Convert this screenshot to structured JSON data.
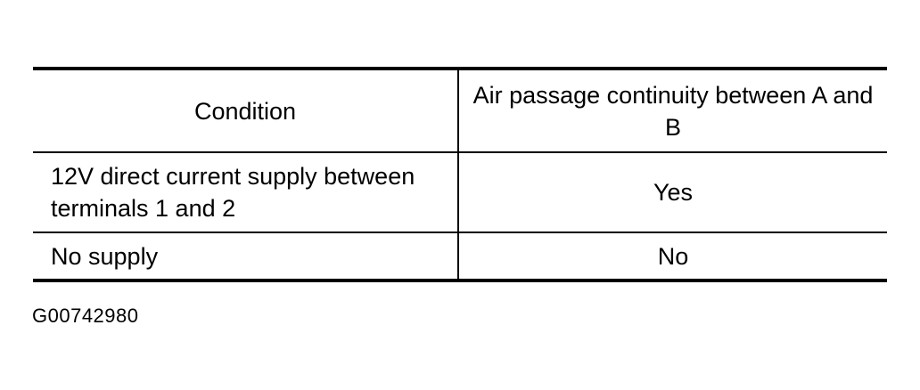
{
  "table": {
    "headers": [
      "Condition",
      "Air passage continuity between A and B"
    ],
    "rows": [
      {
        "condition": "12V direct current supply between terminals 1 and 2",
        "continuity": "Yes"
      },
      {
        "condition": "No supply",
        "continuity": "No"
      }
    ]
  },
  "figure_id": "G00742980"
}
